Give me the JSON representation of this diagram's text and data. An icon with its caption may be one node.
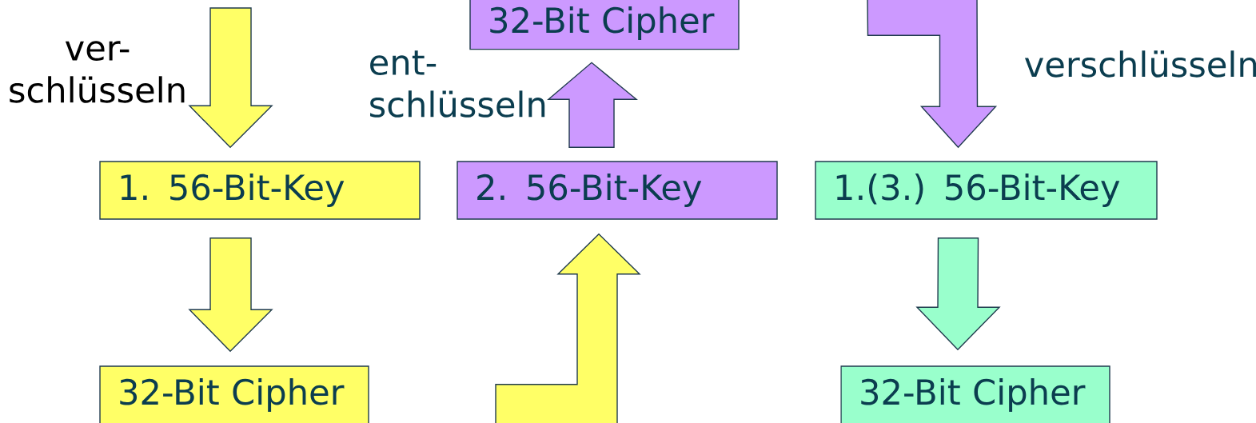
{
  "diagram": {
    "nodes": [
      {
        "text": [
          "32-Bit Cipher"
        ]
      },
      {
        "text": [
          "1. 56-Bit-Key"
        ]
      },
      {
        "text": [
          "2. 56-Bit-Key"
        ]
      },
      {
        "text": [
          "1.(3.) 56-Bit-Key"
        ]
      },
      {
        "text": [
          "32-Bit Cipher"
        ]
      },
      {
        "text": [
          "32-Bit Cipher"
        ]
      }
    ],
    "edges": [
      {
        "from": null,
        "to": 1,
        "arrow": "to",
        "color": "#ffff66",
        "label": "ver- schlüsseln"
      },
      {
        "from": 1,
        "to": 4,
        "arrow": "to",
        "color": "#ffff66"
      },
      {
        "from": 2,
        "to": 0,
        "arrow": "to",
        "color": "#cc99ff",
        "label": "ent- schlüsseln"
      },
      {
        "from": null,
        "to": 2,
        "arrow": "to",
        "color": "#ffff66"
      },
      {
        "from": null,
        "to": 3,
        "arrow": "to",
        "color": "#cc99ff",
        "label": "verschlüsseln"
      },
      {
        "from": 3,
        "to": 5,
        "arrow": "to",
        "color": "#99ffcc"
      }
    ]
  }
}
